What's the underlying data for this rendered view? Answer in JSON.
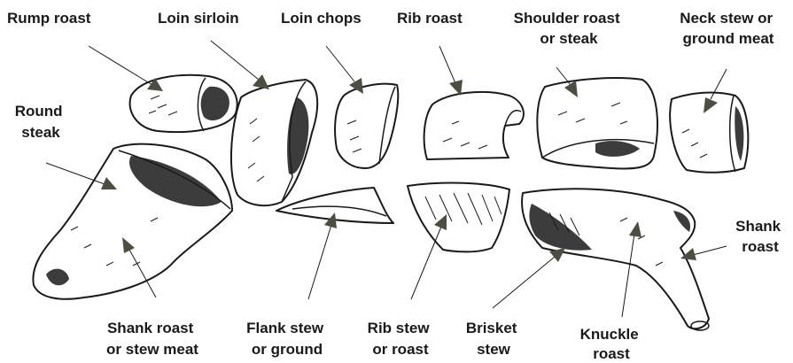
{
  "labels": {
    "rump_roast": "Rump roast",
    "loin_sirloin": "Loin sirloin",
    "loin_chops": "Loin chops",
    "rib_roast": "Rib roast",
    "shoulder_roast": [
      "Shoulder roast",
      "or steak"
    ],
    "neck_stew": [
      "Neck stew or",
      "ground meat"
    ],
    "round_steak": [
      "Round",
      "steak"
    ],
    "shank_roast_right": [
      "Shank",
      "roast"
    ],
    "shank_roast_stew": [
      "Shank roast",
      "or stew meat"
    ],
    "flank_stew": [
      "Flank stew",
      "or ground"
    ],
    "rib_stew": [
      "Rib stew",
      "or roast"
    ],
    "brisket_stew": [
      "Brisket",
      "stew"
    ],
    "knuckle_roast": [
      "Knuckle",
      "roast"
    ]
  },
  "colors": {
    "line": "#1a1a1a",
    "arrow": "#4a4f42",
    "background": "#ffffff"
  }
}
